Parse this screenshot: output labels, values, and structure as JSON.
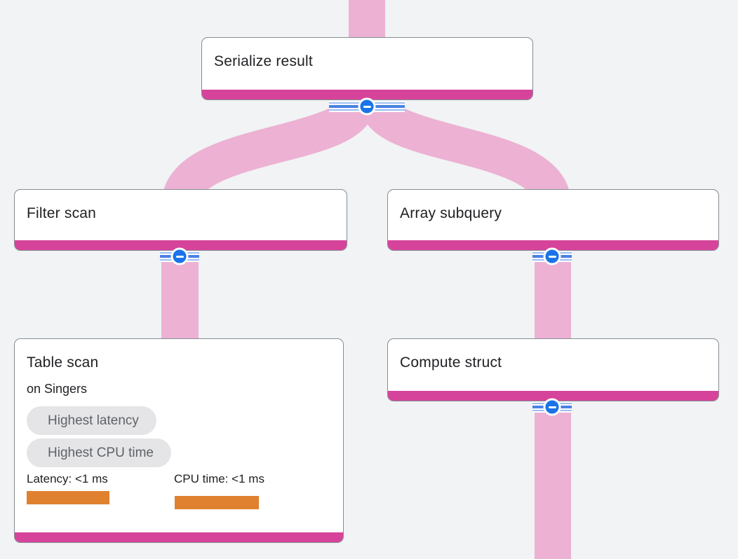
{
  "diagram": {
    "type": "query-execution-plan",
    "colors": {
      "background": "#f1f3f4",
      "edge_pink": "#ecb1d3",
      "node_accent_magenta": "#d6439a",
      "node_border_gray": "#878d93",
      "collapse_button_blue": "#1a73e8",
      "metric_bar_orange": "#e0812f",
      "badge_bg_gray": "#e5e5e7",
      "badge_text_gray": "#5f6368"
    },
    "nodes": {
      "serialize_result": {
        "title": "Serialize result"
      },
      "filter_scan": {
        "title": "Filter scan"
      },
      "array_subquery": {
        "title": "Array subquery"
      },
      "table_scan": {
        "title": "Table scan",
        "subtitle": "on Singers",
        "badges": {
          "latency": "Highest latency",
          "cpu": "Highest CPU time"
        },
        "metrics": {
          "latency": {
            "label": "Latency: <1 ms",
            "value": "<1 ms"
          },
          "cpu": {
            "label": "CPU time: <1 ms",
            "value": "<1 ms"
          }
        }
      },
      "compute_struct": {
        "title": "Compute struct"
      }
    },
    "collapse_buttons": {
      "icon": "minus-icon",
      "state": "expanded"
    }
  }
}
